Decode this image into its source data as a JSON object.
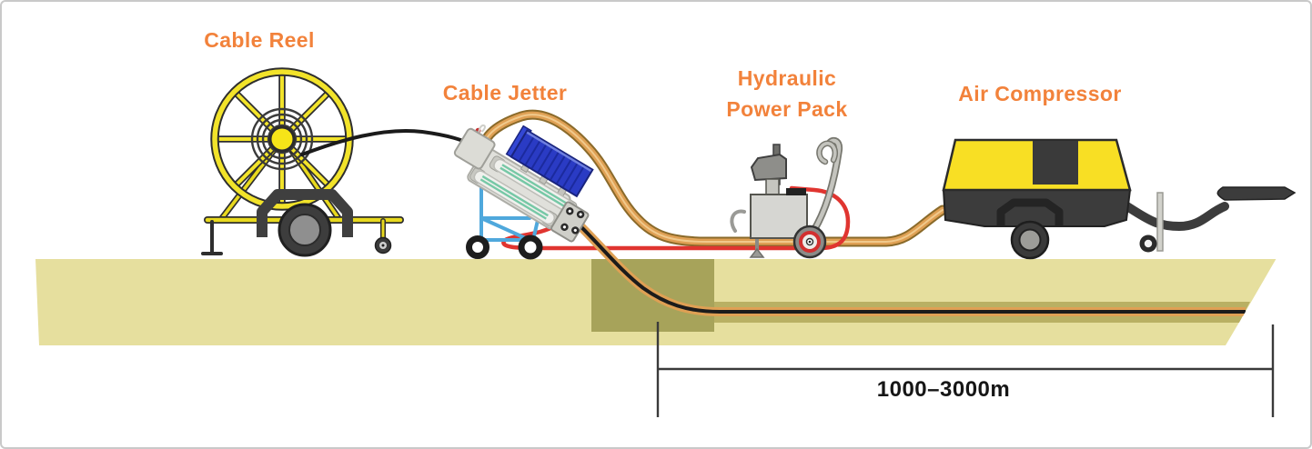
{
  "diagram": {
    "subject": "Cable jetting (fibre blowing) field setup",
    "labels": {
      "cable_reel": "Cable Reel",
      "cable_jetter": "Cable Jetter",
      "power_pack_line1": "Hydraulic",
      "power_pack_line2": "Power Pack",
      "air_compressor": "Air Compressor",
      "distance": "1000–3000m"
    },
    "components": [
      {
        "name": "cable-reel",
        "label": "Cable Reel"
      },
      {
        "name": "cable-jetter",
        "label": "Cable Jetter"
      },
      {
        "name": "hydraulic-power-pack",
        "label": "Hydraulic Power Pack"
      },
      {
        "name": "air-compressor",
        "label": "Air Compressor"
      }
    ],
    "annotations": {
      "duct_length_range": "1000–3000m"
    },
    "colors": {
      "label_orange": "#F2823B",
      "ground": "#E6DF9E",
      "pit": "#A7A35A",
      "trench": "#B9B063",
      "reel_yellow": "#F2E32A",
      "compressor_yellow": "#F8DF24",
      "air_hose_orange": "#DFA054",
      "hydraulic_hose_red": "#E03530",
      "jetter_frame_blue": "#4FA8DC",
      "jetter_motor_blue": "#2A3BC4",
      "cable_black": "#1B1B1B",
      "dimension_line": "#3A3A3A"
    }
  }
}
